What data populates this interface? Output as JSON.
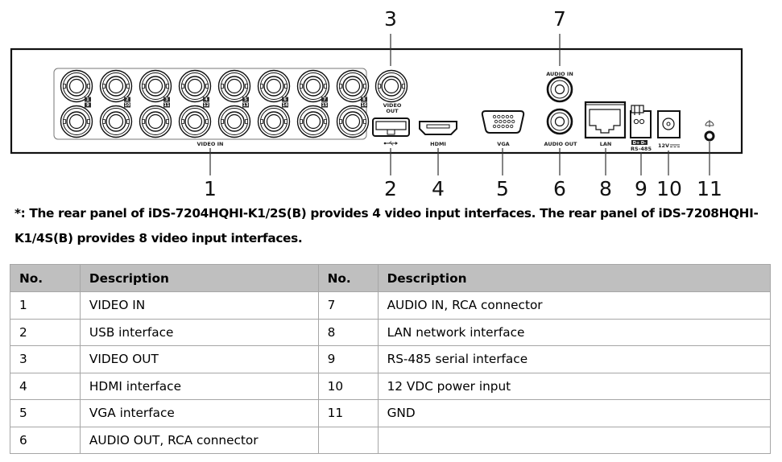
{
  "figure": {
    "title": "DVR rear panel",
    "video_in_label": "VIDEO IN",
    "video_out_label_line1": "VIDEO",
    "video_out_label_line2": "OUT",
    "usb_label": "USB",
    "hdmi_label": "HDMI",
    "vga_label": "VGA",
    "audio_in_label": "AUDIO IN",
    "audio_out_label": "AUDIO OUT",
    "lan_label": "LAN",
    "rs485_label": "RS-485",
    "rs485_pins_label": "D+ D-",
    "power_label": "12V",
    "channels_top": [
      "1",
      "2",
      "3",
      "4",
      "5",
      "6",
      "7",
      "8"
    ],
    "channels_bottom": [
      "9",
      "10",
      "11",
      "12",
      "13",
      "14",
      "15",
      "16"
    ],
    "callouts": {
      "c1": "1",
      "c2": "2",
      "c3": "3",
      "c4": "4",
      "c5": "5",
      "c6": "6",
      "c7": "7",
      "c8": "8",
      "c9": "9",
      "c10": "10",
      "c11": "11"
    }
  },
  "note": {
    "line1": "*: The rear panel of iDS-7204HQHI-K1/2S(B) provides 4 video input interfaces. The rear panel of iDS-7208HQHI-",
    "line2": "K1/4S(B) provides 8 video input interfaces."
  },
  "table": {
    "headers": [
      "No.",
      "Description",
      "No.",
      "Description"
    ],
    "rows": [
      [
        "1",
        "VIDEO IN",
        "7",
        "AUDIO IN, RCA connector"
      ],
      [
        "2",
        "USB interface",
        "8",
        "LAN network interface"
      ],
      [
        "3",
        "VIDEO OUT",
        "9",
        "RS-485 serial interface"
      ],
      [
        "4",
        "HDMI interface",
        "10",
        "12 VDC power input"
      ],
      [
        "5",
        "VGA interface",
        "11",
        "GND"
      ],
      [
        "6",
        "AUDIO OUT, RCA connector",
        "",
        ""
      ]
    ]
  },
  "colors": {
    "header_bg": "#bfbfbf",
    "border": "#a6a6a6",
    "line": "#111111"
  }
}
